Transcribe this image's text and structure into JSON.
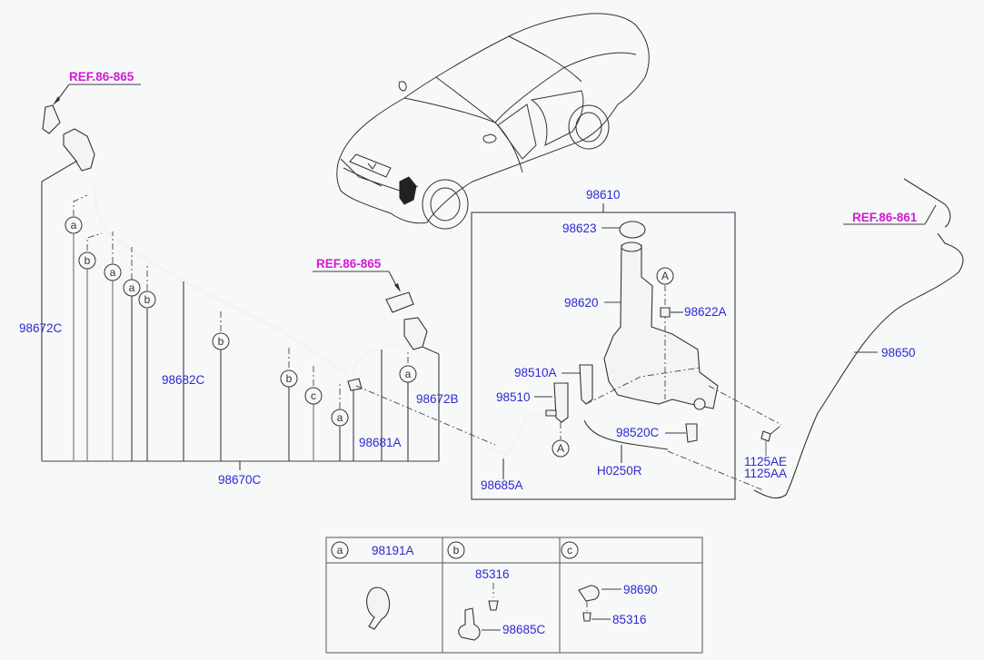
{
  "diagram": {
    "title_refs": {
      "ref_left_nozzle": "REF.86-865",
      "ref_right_nozzle": "REF.86-865",
      "ref_rear": "REF.86-861"
    },
    "labels": {
      "p98672C": "98672C",
      "p98682C": "98682C",
      "p98670C": "98670C",
      "p98681A": "98681A",
      "p98672B": "98672B",
      "p98610": "98610",
      "p98623": "98623",
      "p98620": "98620",
      "p98622A": "98622A",
      "p98510A": "98510A",
      "p98510": "98510",
      "p98520C": "98520C",
      "pH0250R": "H0250R",
      "p98685A": "98685A",
      "p98650": "98650",
      "p1125AE": "1125AE",
      "p1125AA": "1125AA"
    },
    "callouts": {
      "a": "a",
      "b": "b",
      "c": "c",
      "A": "A"
    },
    "legend_table": {
      "columns": [
        {
          "key": "a",
          "header_part": "98191A",
          "parts": []
        },
        {
          "key": "b",
          "header_part": "",
          "parts": [
            "85316",
            "98685C"
          ]
        },
        {
          "key": "c",
          "header_part": "",
          "parts": [
            "98690",
            "85316"
          ]
        }
      ]
    },
    "colors": {
      "part_number": "#2a2ad0",
      "reference": "#d21ad8",
      "line": "#3c3c50",
      "background": "#f7f8f8"
    }
  }
}
